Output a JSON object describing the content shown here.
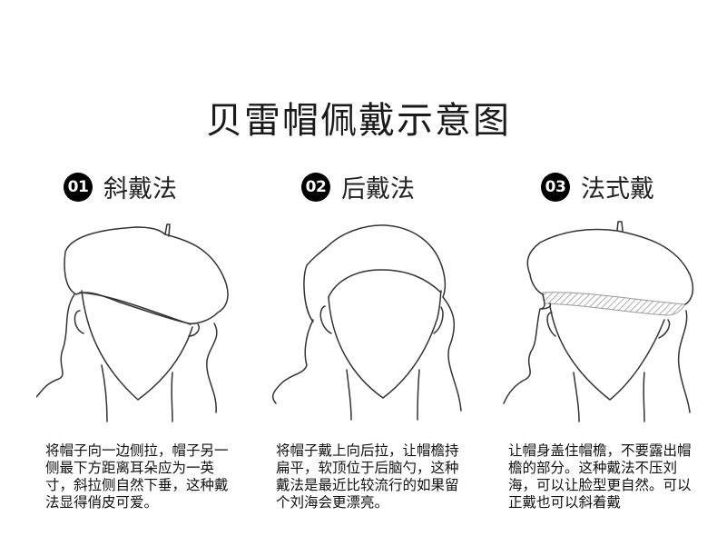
{
  "title": "贝雷帽佩戴示意图",
  "methods": [
    {
      "number": "01",
      "name": "斜戴法",
      "description": "将帽子向一边侧拉，帽子另一侧最下方距离耳朵应为一英寸，斜拉侧自然下垂，这种戴法显得俏皮可爱。"
    },
    {
      "number": "02",
      "name": "后戴法",
      "description": "将帽子戴上向后拉，让帽檐持扁平，软顶位于后脑勺，这种戴法是最近比较流行的如果留个刘海会更漂亮。"
    },
    {
      "number": "03",
      "name": "法式戴",
      "description": "让帽身盖住帽檐，不要露出帽檐的部分。这种戴法不压刘海，可以让脸型更自然。可以正戴也可以斜着戴"
    }
  ],
  "colors": {
    "background": "#ffffff",
    "badge": "#000000",
    "line": "#333333",
    "hatch": "#9a9a9a"
  }
}
